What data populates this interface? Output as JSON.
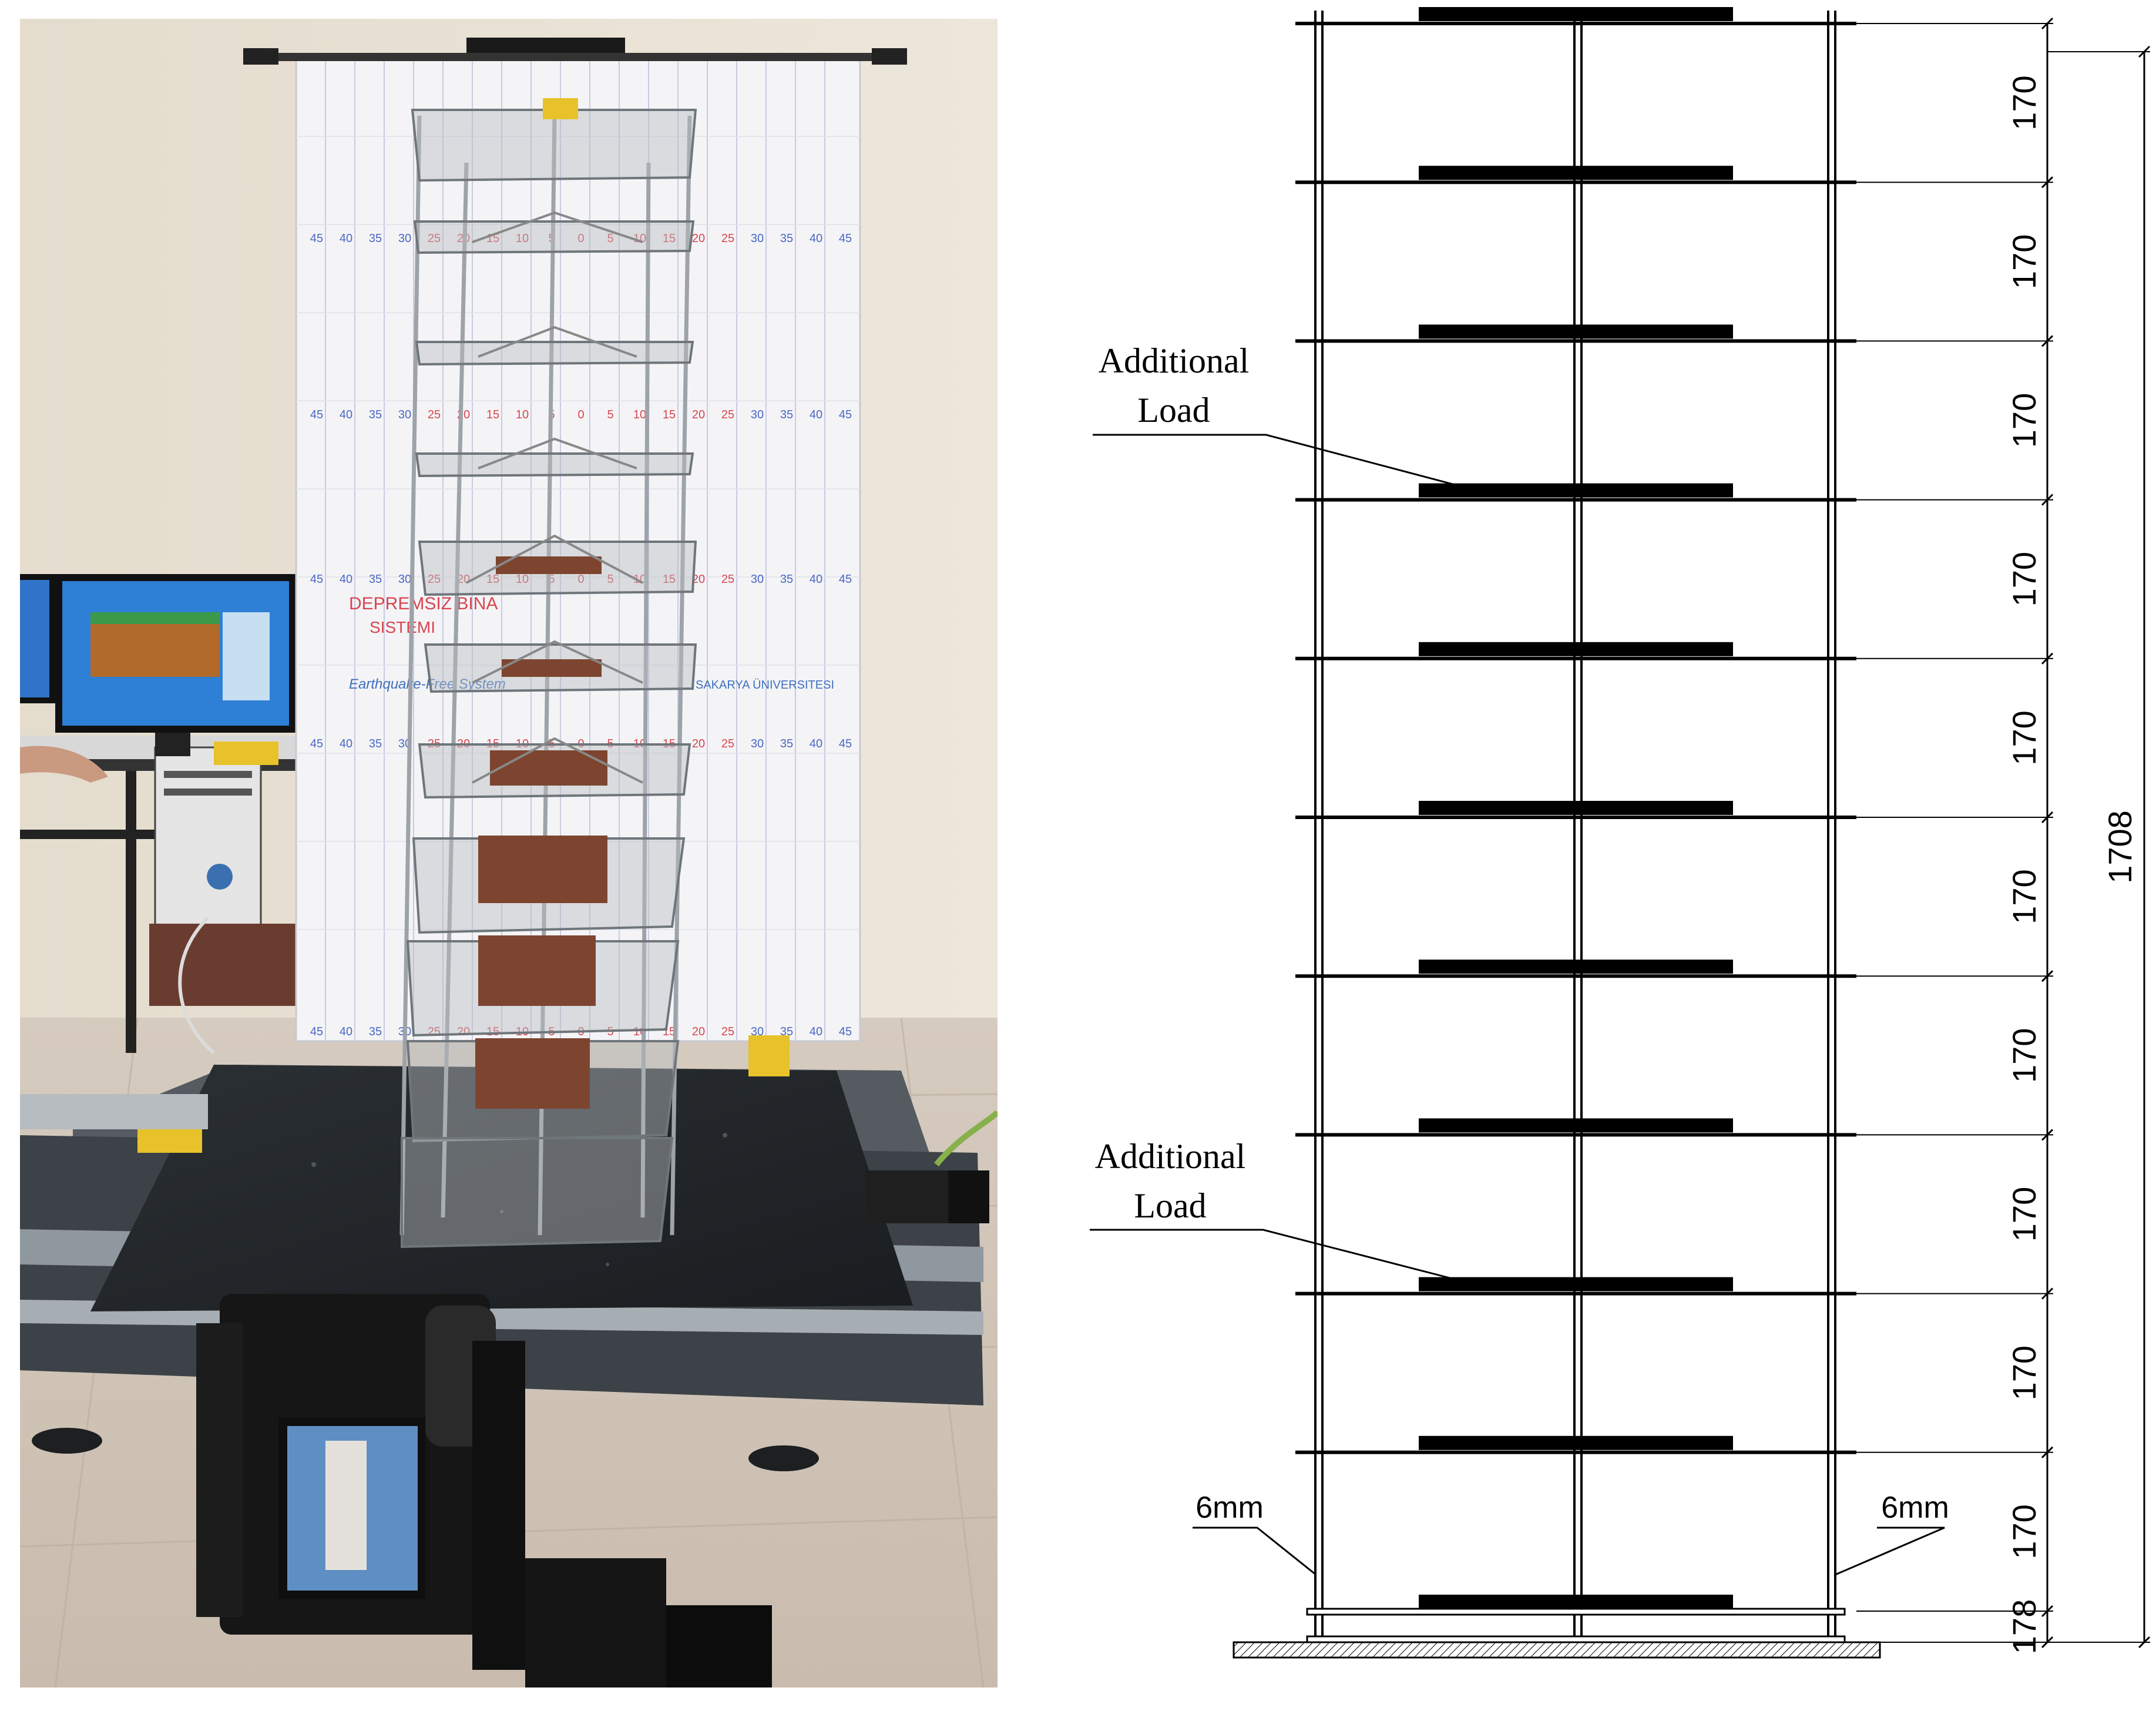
{
  "photo": {
    "description_free": true,
    "wall_chart": {
      "scale_numbers": [
        "45",
        "40",
        "35",
        "30",
        "25",
        "20",
        "15",
        "10",
        "5",
        "0",
        "5",
        "10",
        "15",
        "20",
        "25",
        "30",
        "35",
        "40",
        "45"
      ],
      "banner": {
        "title": "DEPREMSIZ BINA",
        "subtitle": "SISTEMI",
        "english": "Earthquake-Free System",
        "university": "SAKARYA ÜNIVERSITESI"
      }
    }
  },
  "drawing": {
    "story_count": 10,
    "story_height_labels": [
      "170",
      "170",
      "170",
      "170",
      "170",
      "170",
      "170",
      "170",
      "170",
      "170"
    ],
    "base_story_label": "178",
    "total_height_label": "1708",
    "column_size_left": "6mm",
    "column_size_right": "6mm",
    "annotation_upper": {
      "line1": "Additional",
      "line2": "Load"
    },
    "annotation_lower": {
      "line1": "Additional",
      "line2": "Load"
    }
  },
  "colors": {
    "drawing_ink": "#000000",
    "wall": "#e9e3d6",
    "table": "#22272b",
    "floor": "#d9cfc4",
    "copper_plate": "#7d4530",
    "sensor_yellow": "#e7c22a"
  }
}
